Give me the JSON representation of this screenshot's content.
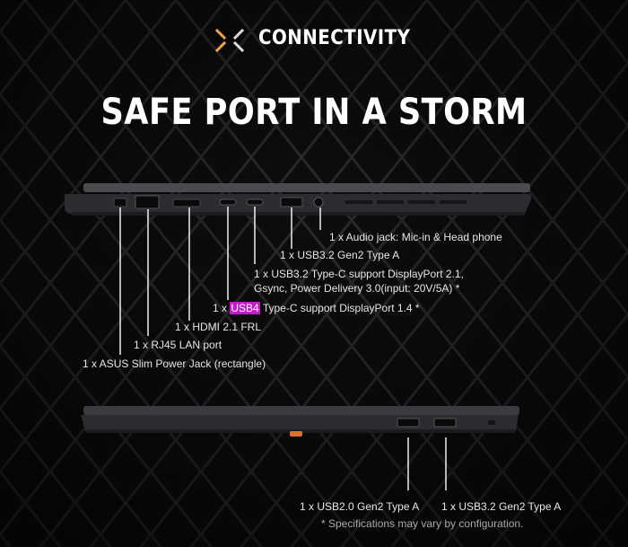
{
  "header": {
    "logo_icon": "x-logo-icon",
    "accent_color": "#f0a24a",
    "title": "CONNECTIVITY"
  },
  "main_title": "SAFE PORT IN A STORM",
  "left_side_ports": {
    "audio": "1 x Audio jack: Mic-in & Head phone",
    "usb32_type_a": "1 x USB3.2 Gen2 Type A",
    "usb_c_line1": "1 x USB3.2 Type-C support DisplayPort 2.1,",
    "usb_c_line2": "Gsync, Power Delivery 3.0(input: 20V/5A) *",
    "usb4_prefix": "1 x ",
    "usb4_highlight": "USB4",
    "usb4_suffix": " Type-C support DisplayPort 1.4 *",
    "hdmi": "1 x HDMI 2.1 FRL",
    "lan": "1 x RJ45 LAN port",
    "power": "1 x ASUS Slim Power Jack (rectangle)"
  },
  "right_side_ports": {
    "usb20": "1 x USB2.0 Gen2 Type A",
    "usb32": "1 x USB3.2 Gen2 Type A"
  },
  "footnote": "* Specifications may vary by configuration.",
  "colors": {
    "background": "#0d0d0e",
    "highlight": "#c01fc8",
    "led": "#e0702a"
  }
}
